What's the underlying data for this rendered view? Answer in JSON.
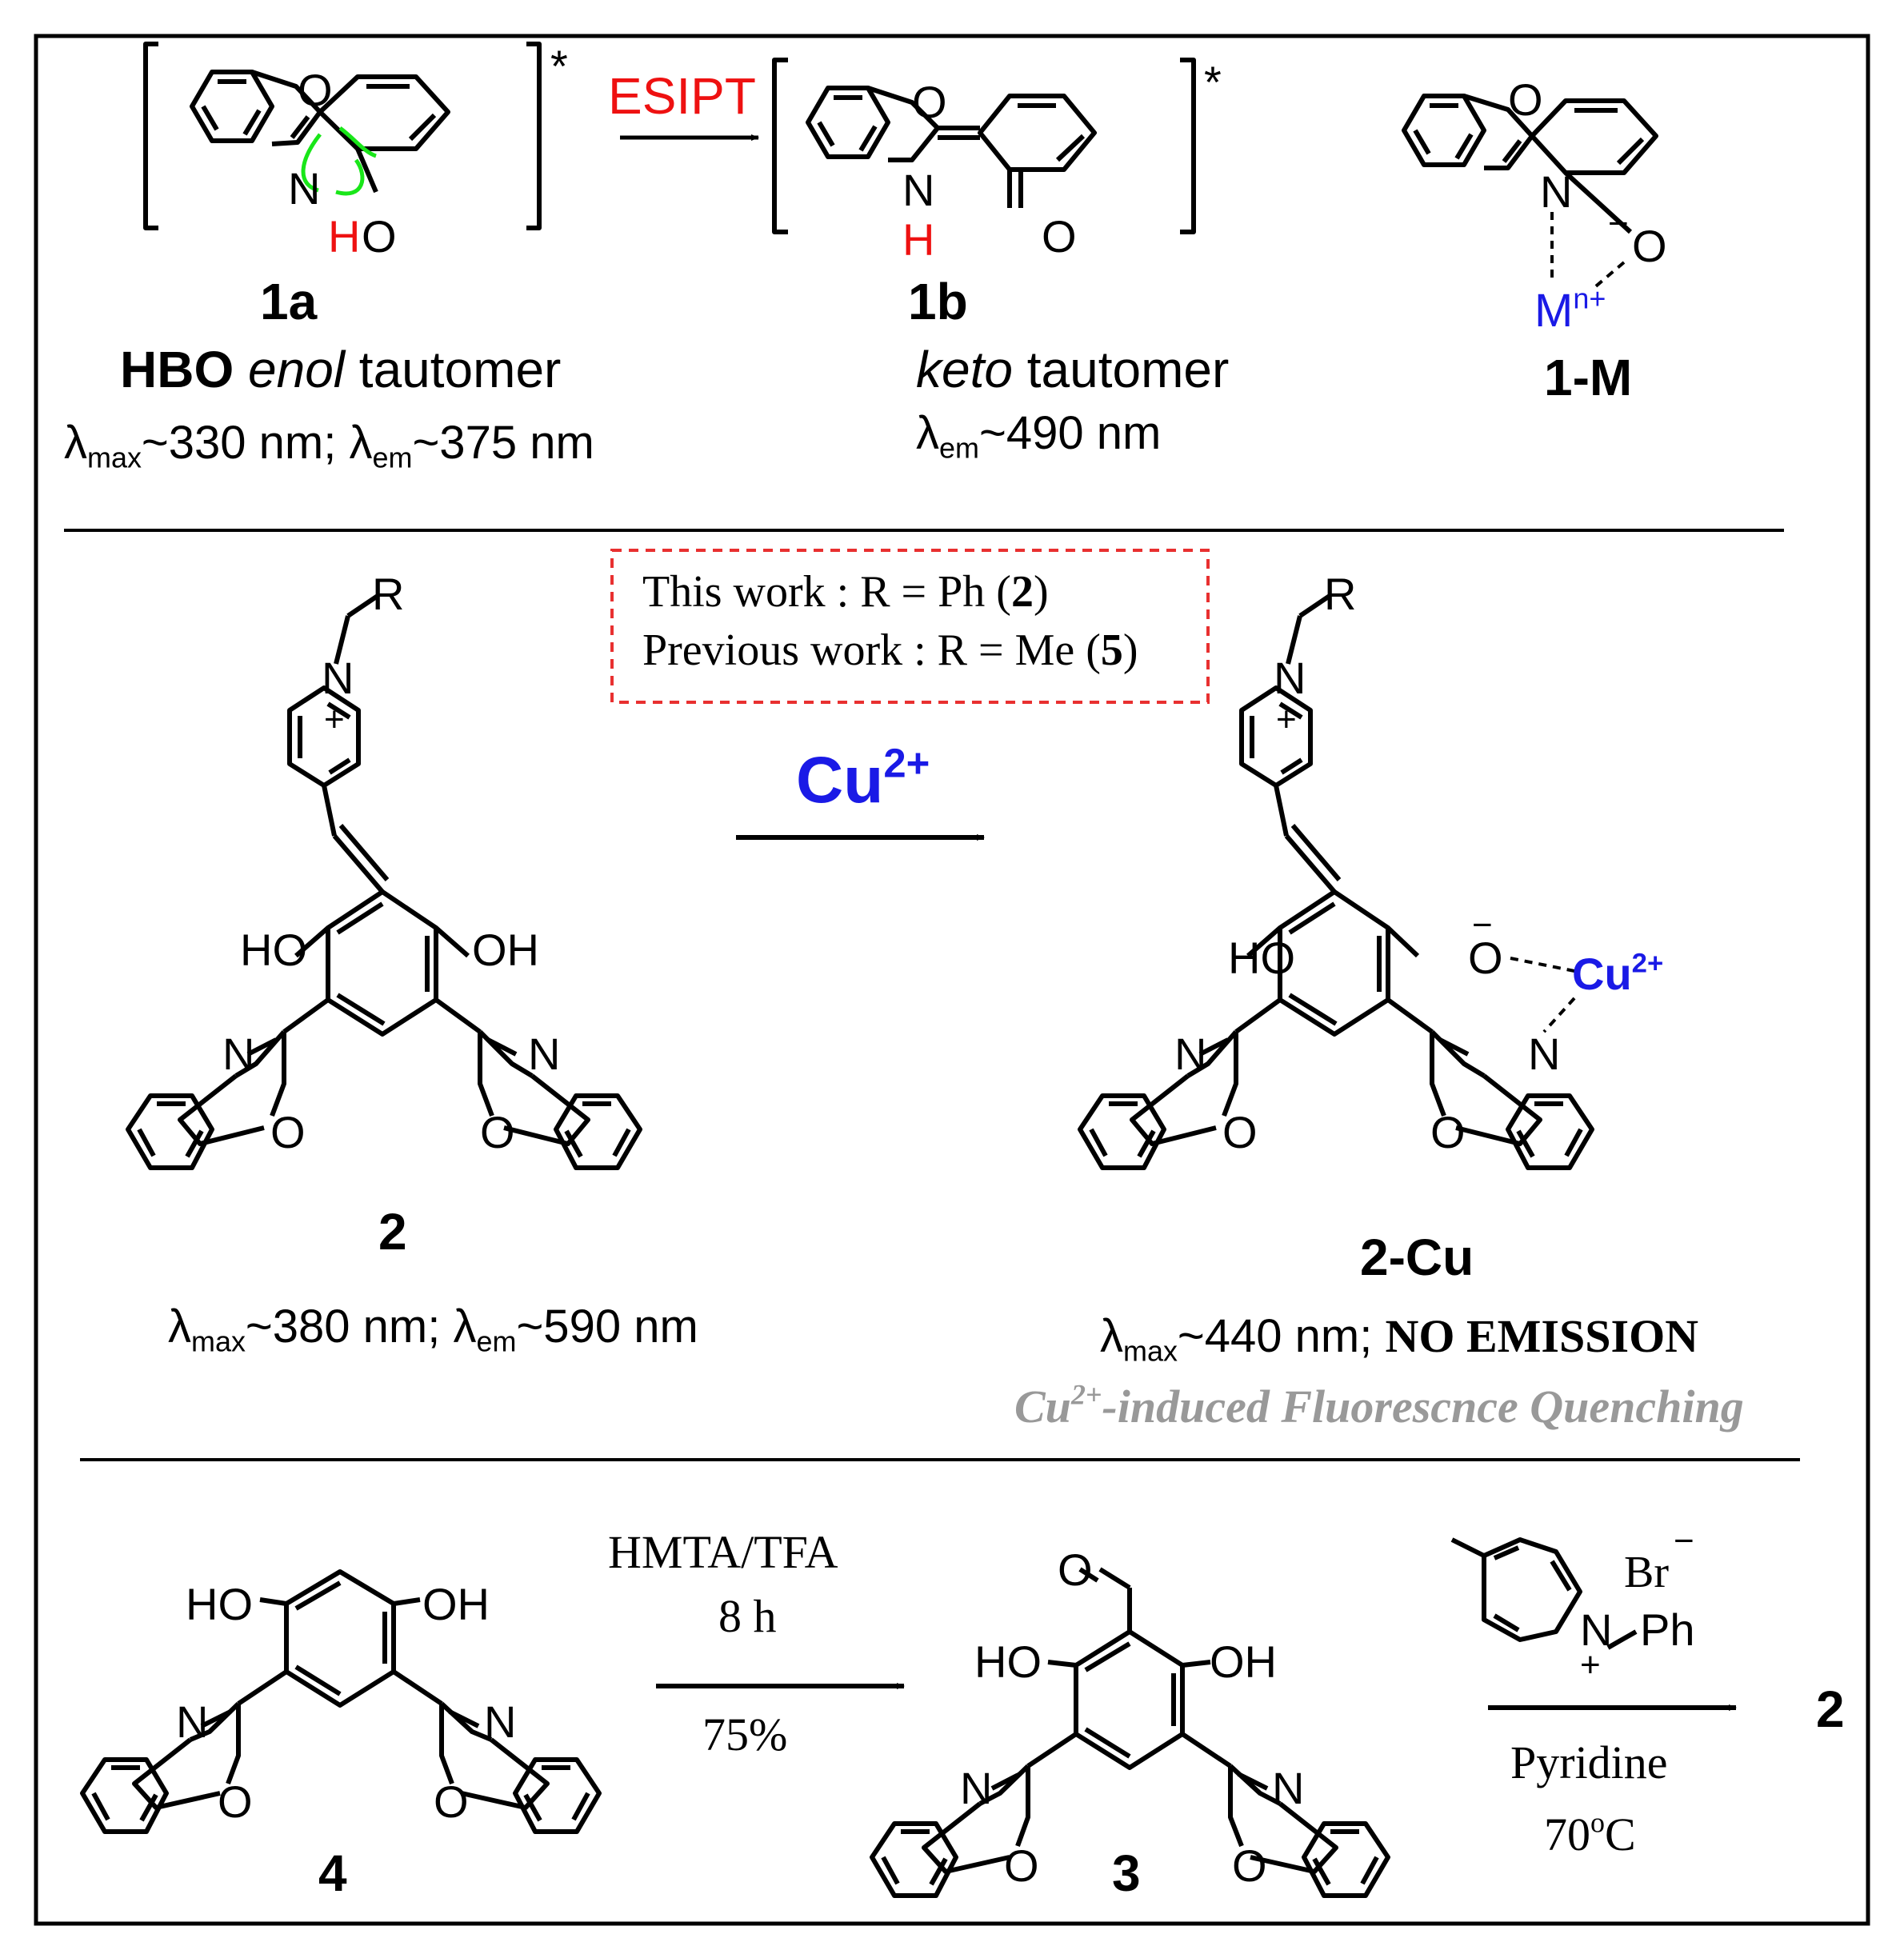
{
  "colors": {
    "line": "#000000",
    "accent_red": "#ee1111",
    "accent_blue": "#1a1ae6",
    "accent_green": "#19e619",
    "gray": "#999999",
    "box_dash": "#e83030"
  },
  "panel1": {
    "esipt_label": "ESIPT",
    "star": "*",
    "c1a": {
      "id": "1a",
      "name_bold": "HBO",
      "name_ital": "enol",
      "name_rest": "tautomer",
      "lam_sym": "λ",
      "max_sub": "max",
      "val1": "~330 nm; ",
      "em_sub": "em",
      "val2": "~375 nm"
    },
    "c1b": {
      "id": "1b",
      "name_ital": "keto",
      "name_rest": "tautomer",
      "lam_sym": "λ",
      "em_sub": "em",
      "val": "~490 nm"
    },
    "c1m": {
      "id": "1-M",
      "metal": "M",
      "metal_sup": "n+",
      "minus": "−"
    },
    "atoms": {
      "O": "O",
      "N": "N",
      "H": "H",
      "HO": "H-O"
    }
  },
  "panel2": {
    "box_line1": {
      "pre": "This work : R = Ph (",
      "num": "2",
      "post": ")"
    },
    "box_line2": {
      "pre": "Previous work : R = Me (",
      "num": "5",
      "post": ")"
    },
    "reagent": "Cu",
    "reagent_sup": "2+",
    "c2": {
      "id": "2",
      "lam_sym": "λ",
      "max_sub": "max",
      "val1": "~380 nm; ",
      "em_sub": "em",
      "val2": "~590 nm"
    },
    "c2cu": {
      "id": "2-Cu",
      "lam_sym": "λ",
      "max_sub": "max",
      "val1": "~440 nm; ",
      "no_emission": "NO EMISSION",
      "quench_pre": "Cu",
      "quench_sup": "2+",
      "quench_rest": "-induced Fluorescnce Quenching"
    },
    "atoms": {
      "R": "R",
      "N": "N",
      "plus": "+",
      "HO": "HO",
      "OH": "OH",
      "O": "O",
      "minus": "−",
      "cu": "Cu",
      "cu_sup": "2+"
    }
  },
  "panel3": {
    "c4": "4",
    "c3": "3",
    "product": "2",
    "step1": {
      "reagent": "HMTA/TFA",
      "time": "8 h",
      "yield": "75%"
    },
    "step2": {
      "salt_anion": "Br",
      "salt_minus": "−",
      "salt_plus": "+",
      "salt_ph": "Ph",
      "salt_n": "N",
      "solvent": "Pyridine",
      "temp": "70",
      "temp_sup": "o",
      "temp_unit": "C"
    },
    "atoms": {
      "HO": "HO",
      "OH": "OH",
      "O": "O",
      "N": "N"
    }
  }
}
